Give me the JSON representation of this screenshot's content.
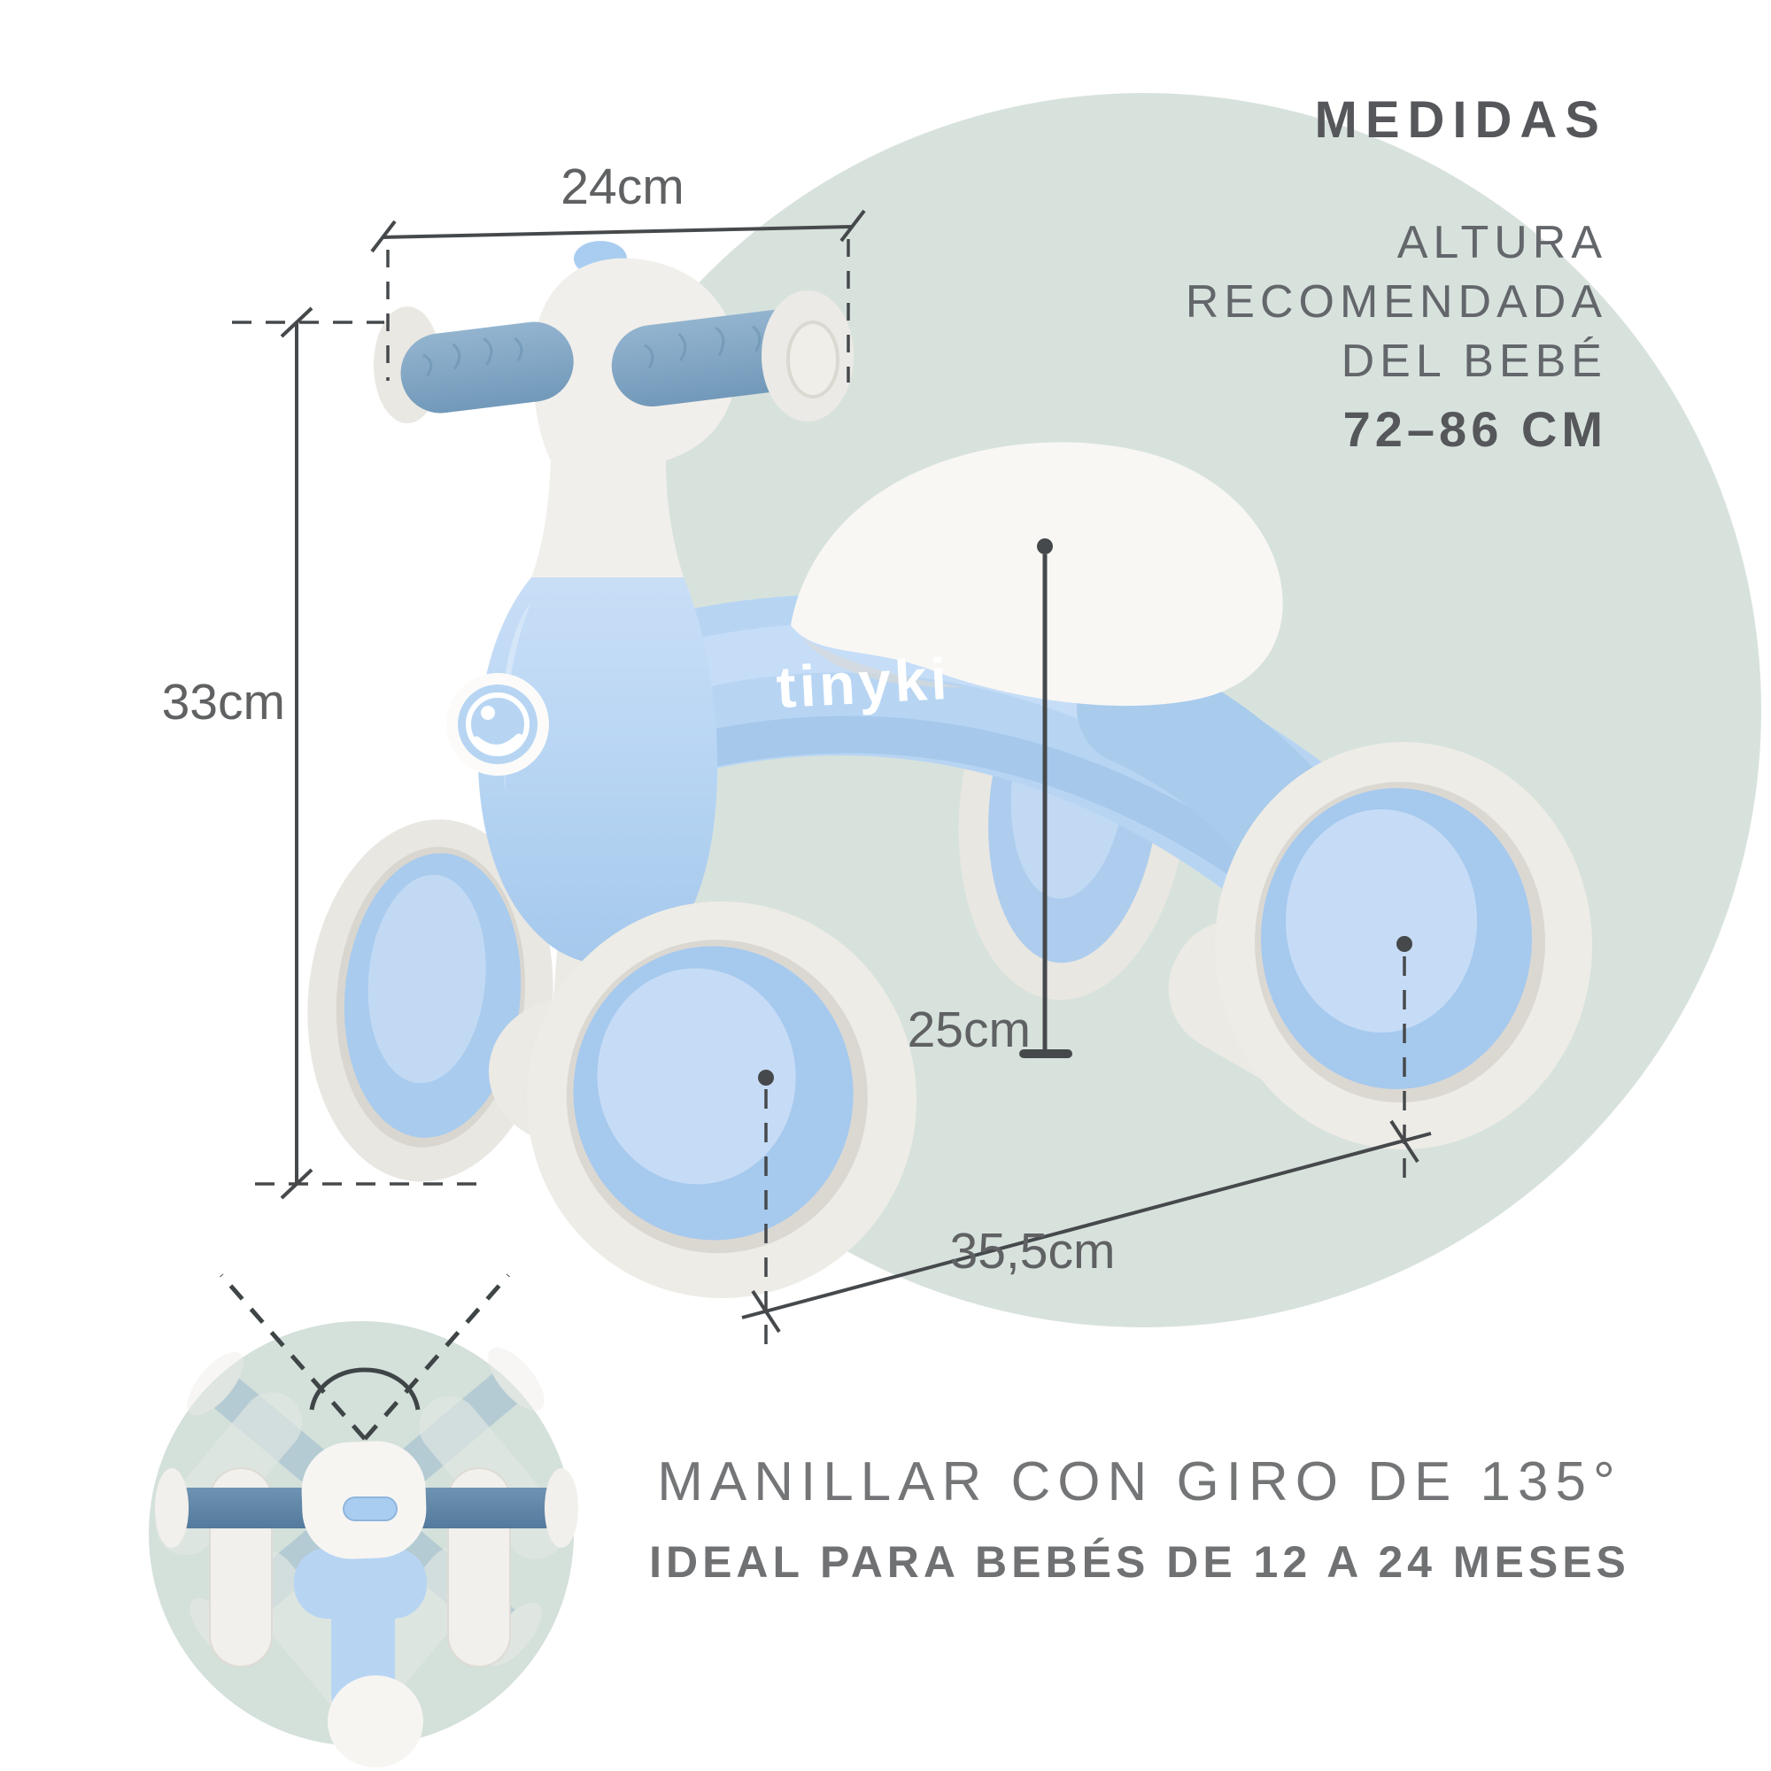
{
  "header": {
    "title": "MEDIDAS",
    "recommended_height_label_lines": [
      "ALTURA",
      "RECOMENDADA",
      "DEL BEBÉ"
    ],
    "height_range": "72–86 CM"
  },
  "dimensions": {
    "handlebar_width": "24cm",
    "total_height": "33cm",
    "seat_height": "25cm",
    "wheelbase_length": "35,5cm"
  },
  "brand": {
    "logo_text": "tinyki"
  },
  "footer": {
    "headline": "MANILLAR CON GIRO DE 135°",
    "subheadline": "IDEAL PARA BEBÉS DE 12 A 24 MESES"
  },
  "colors": {
    "background_circle": "#d8e2dd",
    "inset_circle": "#d4e0da",
    "frame_blue": "#b7d5f3",
    "wheel_hub_blue": "#a6c9ee",
    "grip_blue": "#7fa3c2",
    "inset_handlebar_blue": "#5d82a3",
    "white_plastic": "#f1efeb",
    "dimension_line": "#46494b",
    "dimension_text": "#5f6163",
    "title_text": "#55575a",
    "footer_text": "#737577"
  }
}
